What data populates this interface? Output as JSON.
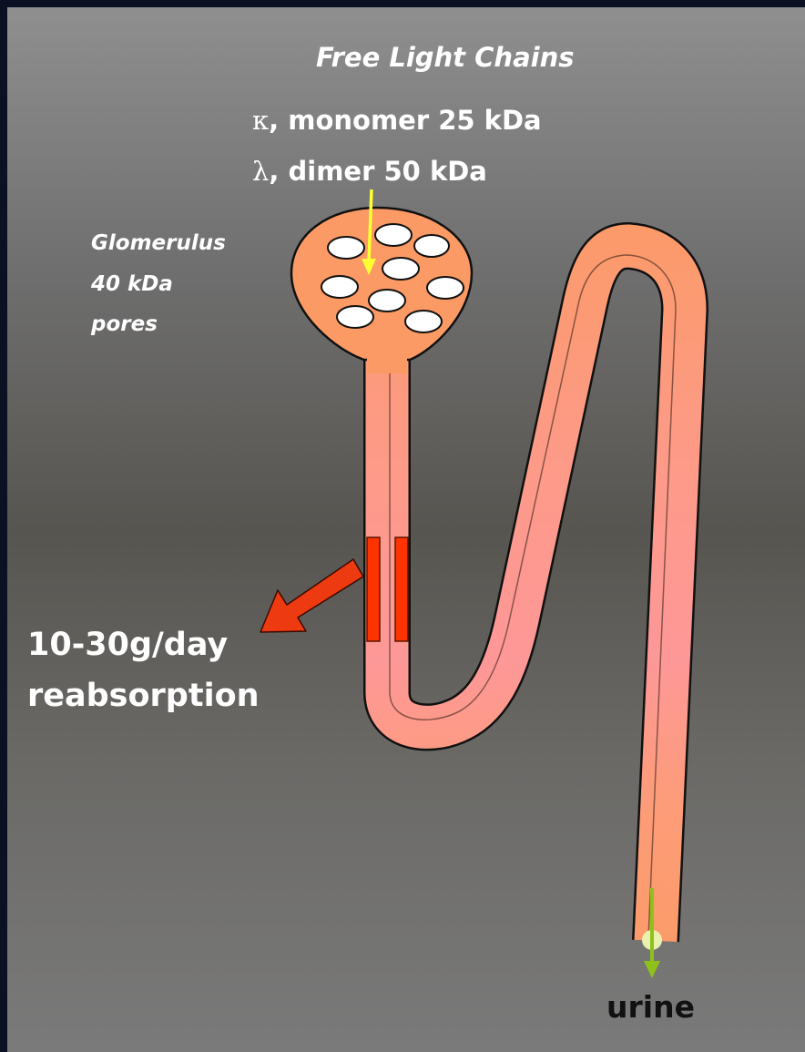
{
  "header": {
    "title": "Free Light Chains",
    "kappa_symbol": "κ",
    "kappa_text": ", monomer 25 kDa",
    "lambda_symbol": "λ",
    "lambda_text": ", dimer 50 kDa"
  },
  "glomerulus": {
    "line1": "Glomerulus",
    "line2": "40 kDa",
    "line3": "pores"
  },
  "reabsorption": {
    "line1": "10-30g/day",
    "line2": "reabsorption"
  },
  "outflow": {
    "label": "urine"
  },
  "colors": {
    "tubule": "#fb9a64",
    "tubule_pink": "#fd9797",
    "pores": "#ffffff",
    "filter_arrow": "#ffff33",
    "reabsorption_arrow": "#ee3a10",
    "urine_arrow": "#8ec21a"
  }
}
